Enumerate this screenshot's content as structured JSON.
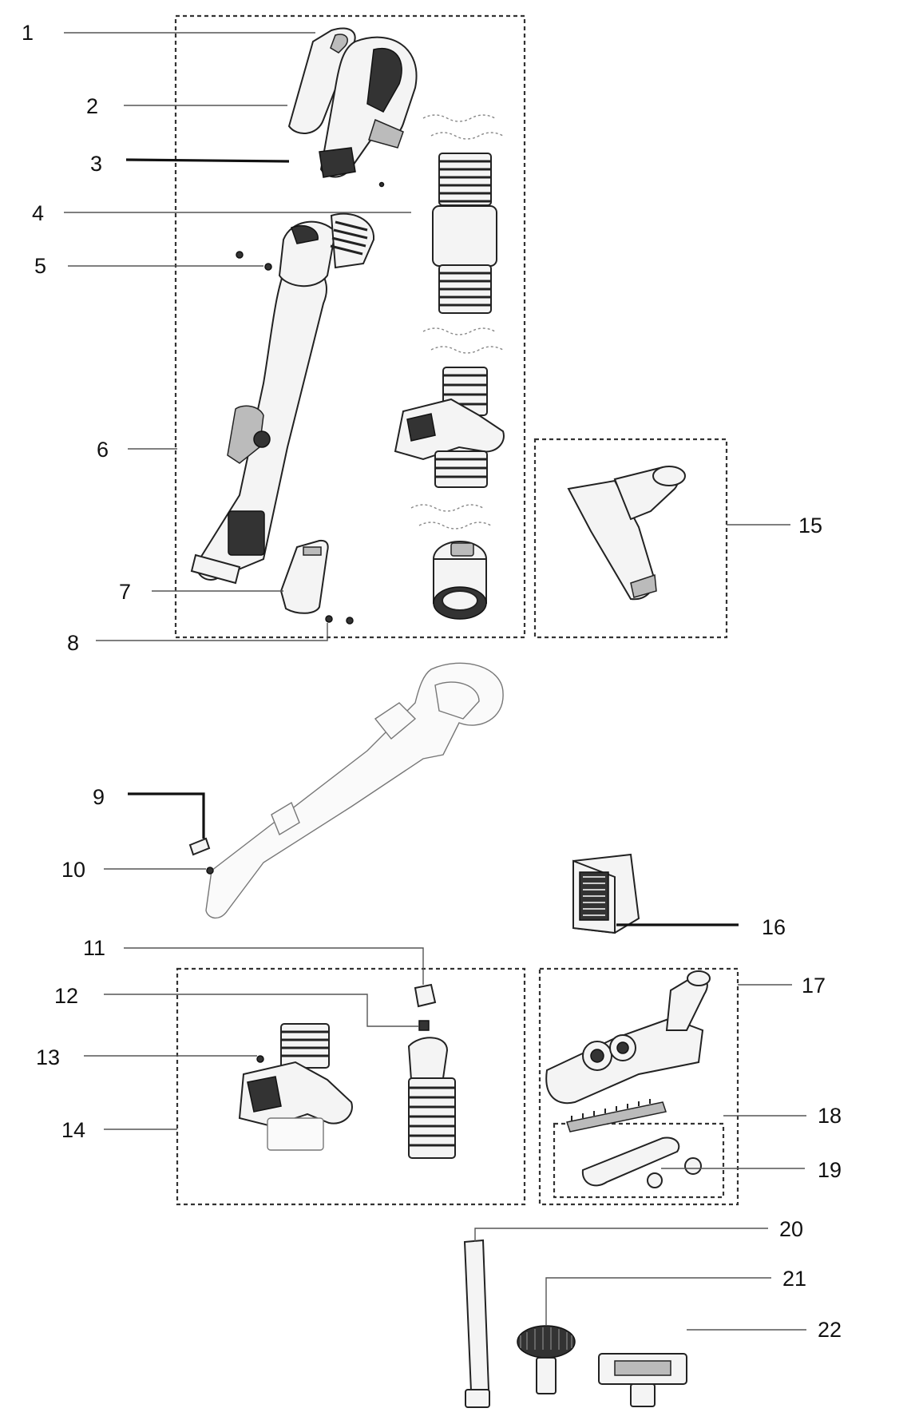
{
  "callouts": {
    "n1": "1",
    "n2": "2",
    "n3": "3",
    "n4": "4",
    "n5": "5",
    "n6": "6",
    "n7": "7",
    "n8": "8",
    "n9": "9",
    "n10": "10",
    "n11": "11",
    "n12": "12",
    "n13": "13",
    "n14": "14",
    "n15": "15",
    "n16": "16",
    "n17": "17",
    "n18": "18",
    "n19": "19",
    "n20": "20",
    "n21": "21",
    "n22": "22"
  },
  "colors": {
    "ink": "#222222",
    "leader": "#555555",
    "background": "#ffffff"
  }
}
